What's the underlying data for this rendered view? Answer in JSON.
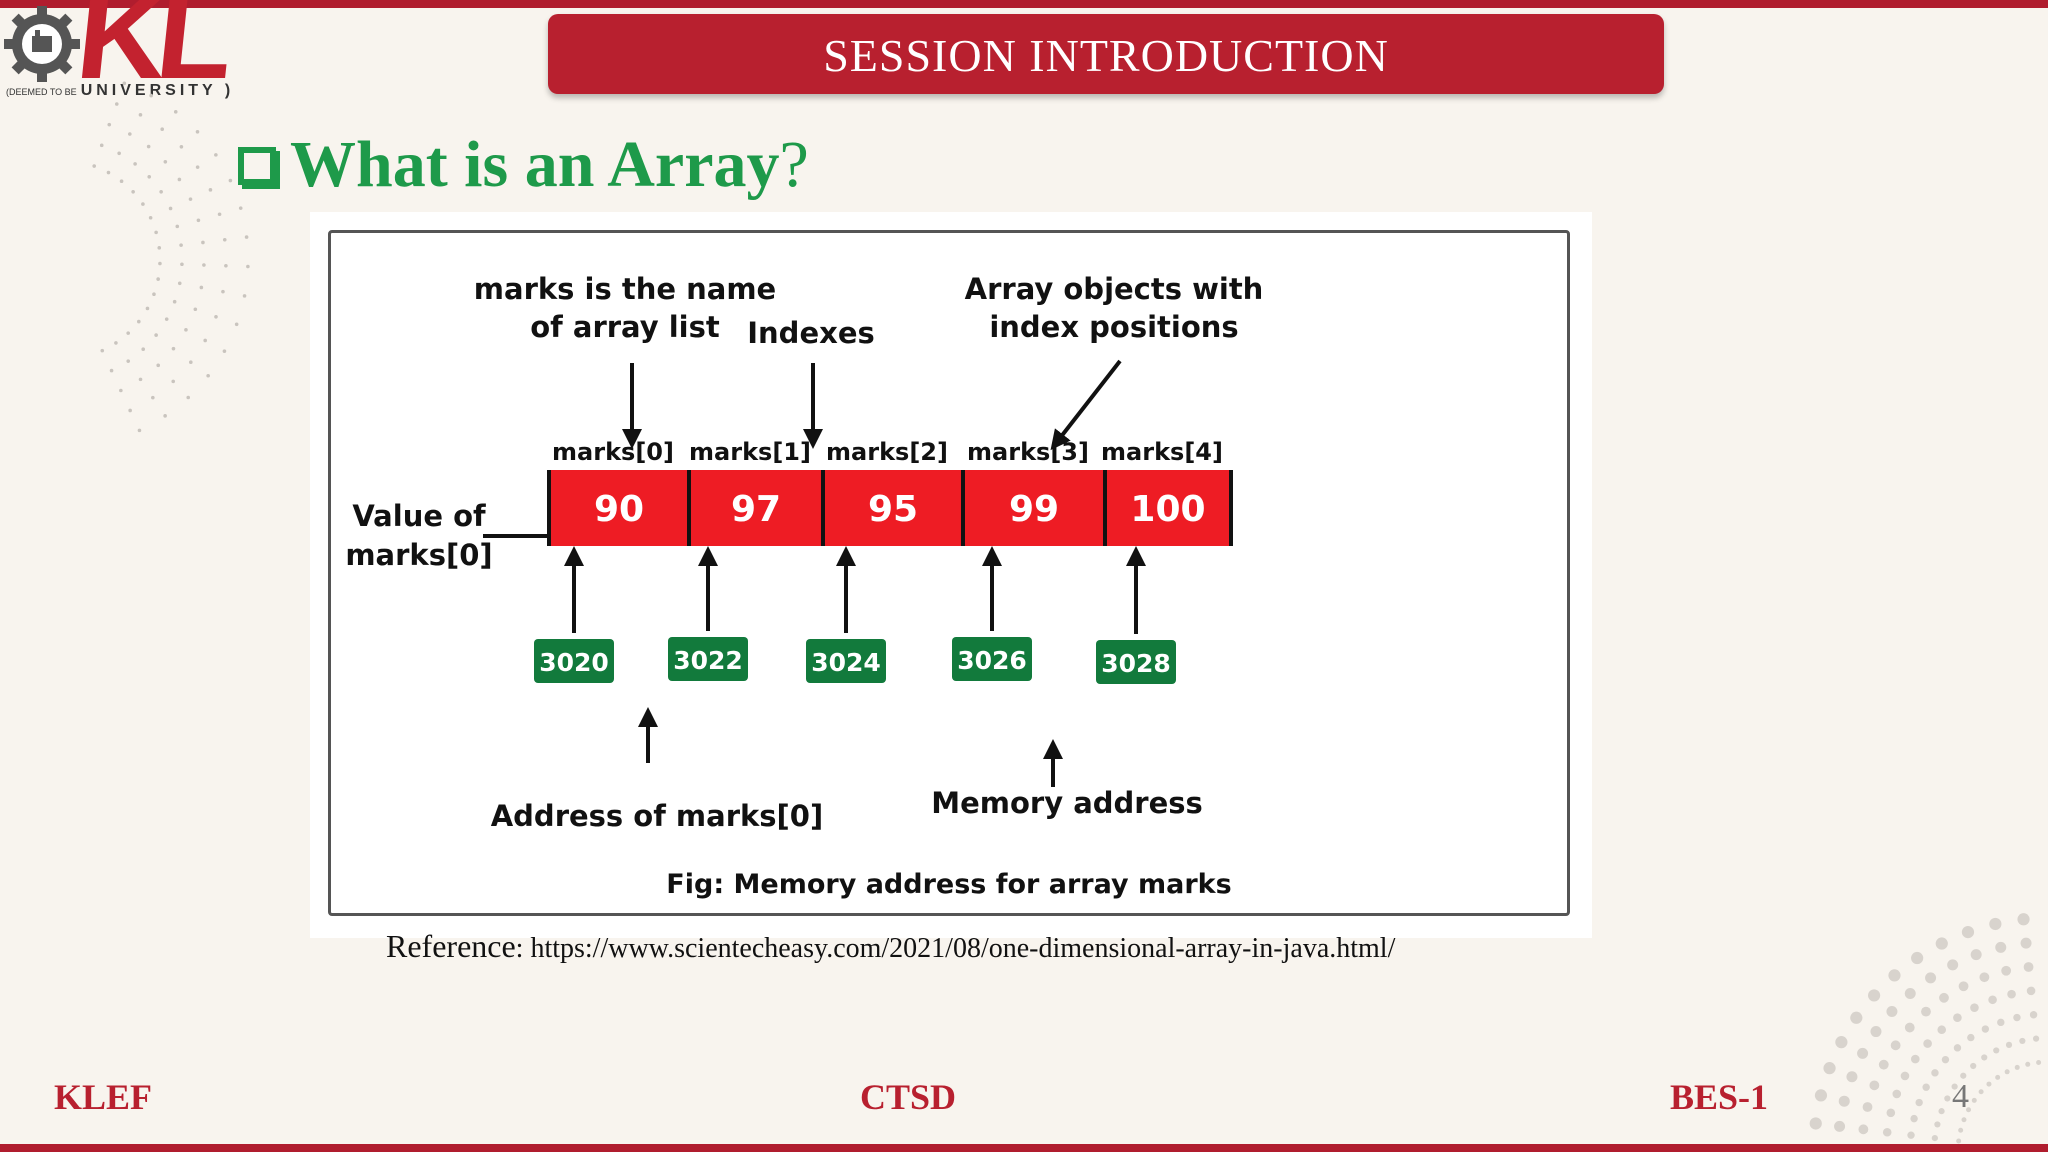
{
  "header": {
    "banner_title": "SESSION INTRODUCTION",
    "logo_small_text": "(DEEMED TO BE",
    "logo_university": "UNIVERSITY )"
  },
  "heading": {
    "text": "What is an Array",
    "question_mark": "?"
  },
  "figure": {
    "label_name_line1": "marks is the name",
    "label_name_line2": "of array list",
    "label_indexes": "Indexes",
    "label_objects_line1": "Array objects with",
    "label_objects_line2": "index positions",
    "label_value_line1": "Value of",
    "label_value_line2": "marks[0]",
    "label_address": "Address of marks[0]",
    "label_memory": "Memory address",
    "caption": "Fig: Memory address for array marks",
    "indexes": [
      "marks[0]",
      "marks[1]",
      "marks[2]",
      "marks[3]",
      "marks[4]"
    ],
    "values": [
      "90",
      "97",
      "95",
      "99",
      "100"
    ],
    "addresses": [
      "3020",
      "3022",
      "3024",
      "3026",
      "3028"
    ],
    "cell_color": "#ee1c24",
    "address_color": "#127a3c"
  },
  "reference": {
    "label": "Reference",
    "url": ": https://www.scientecheasy.com/2021/08/one-dimensional-array-in-java.html/"
  },
  "footer": {
    "left": "KLEF",
    "center": "CTSD",
    "right": "BES-1",
    "page": "4"
  },
  "colors": {
    "brand_red": "#b8202f",
    "heading_green": "#1e9a4a"
  }
}
